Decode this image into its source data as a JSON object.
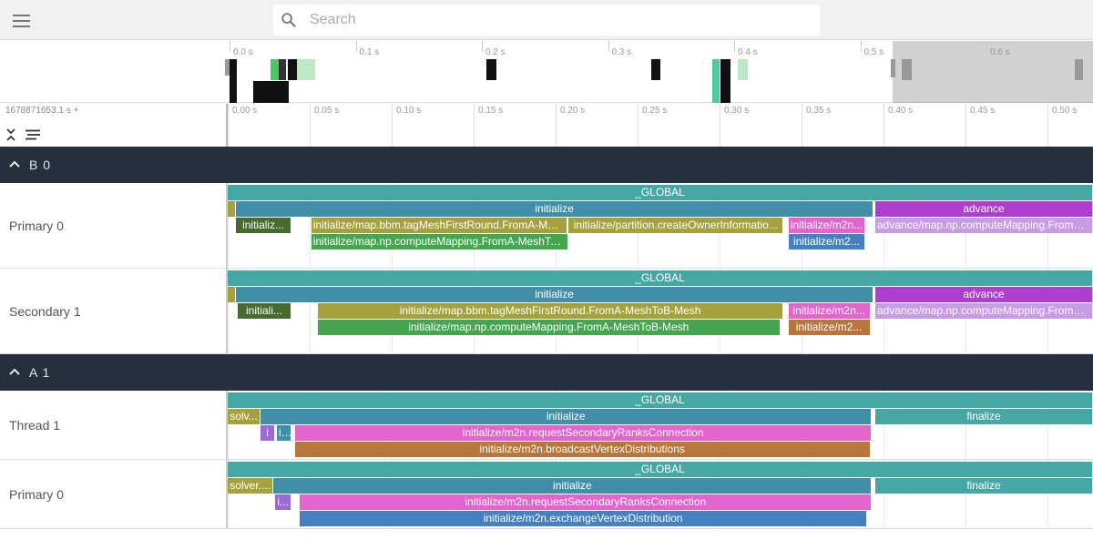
{
  "search": {
    "placeholder": "Search"
  },
  "overview": {
    "ticks": [
      {
        "label": "0.0 s",
        "x": 0.0
      },
      {
        "label": "0.1 s",
        "x": 0.1
      },
      {
        "label": "0.2 s",
        "x": 0.2
      },
      {
        "label": "0.3 s",
        "x": 0.3
      },
      {
        "label": "0.4 s",
        "x": 0.4
      },
      {
        "label": "0.5 s",
        "x": 0.5
      },
      {
        "label": "0.6 s",
        "x": 0.6
      }
    ]
  },
  "timeline": {
    "offset_label": "1678871653.1 s +",
    "ticks": [
      {
        "label": "0.00 s",
        "t": 0.0
      },
      {
        "label": "0.05 s",
        "t": 0.05
      },
      {
        "label": "0.10 s",
        "t": 0.1
      },
      {
        "label": "0.15 s",
        "t": 0.15
      },
      {
        "label": "0.20 s",
        "t": 0.2
      },
      {
        "label": "0.25 s",
        "t": 0.25
      },
      {
        "label": "0.30 s",
        "t": 0.3
      },
      {
        "label": "0.35 s",
        "t": 0.35
      },
      {
        "label": "0.40 s",
        "t": 0.4
      },
      {
        "label": "0.45 s",
        "t": 0.45
      },
      {
        "label": "0.50 s",
        "t": 0.5
      }
    ]
  },
  "colors": {
    "global": "#46a8a4",
    "initialize": "#3f8fa9",
    "advance": "#ad3ecf",
    "advance_light": "#c79be5",
    "finalize": "#46a8a4",
    "dark_green": "#466b2c",
    "olive": "#a4a23c",
    "pink": "#e165cc",
    "blue": "#4480c2",
    "green": "#44a64f",
    "brown": "#b8763a",
    "purple": "#9b6ad6",
    "teal": "#4e9c98"
  },
  "processes": [
    {
      "title": "B 0",
      "threads": [
        {
          "label": "Primary 0",
          "slices": [
            {
              "name": "_GLOBAL",
              "start": 0.0,
              "end": 0.53,
              "depth": 0,
              "color": "global"
            },
            {
              "name": "",
              "start": 0.0,
              "end": 0.005,
              "depth": 1,
              "color": "olive"
            },
            {
              "name": "initialize",
              "start": 0.005,
              "end": 0.394,
              "depth": 1,
              "color": "initialize"
            },
            {
              "name": "advance",
              "start": 0.395,
              "end": 0.53,
              "depth": 1,
              "color": "advance"
            },
            {
              "name": "initializ...",
              "start": 0.005,
              "end": 0.039,
              "depth": 2,
              "color": "dark_green"
            },
            {
              "name": "initialize/map.bbm.tagMeshFirstRound.FromA-MeshToB-...",
              "start": 0.051,
              "end": 0.207,
              "depth": 2,
              "color": "olive"
            },
            {
              "name": "initialize/partition.createOwnerInformatio...",
              "start": 0.208,
              "end": 0.339,
              "depth": 2,
              "color": "olive"
            },
            {
              "name": "initialize/m2n...",
              "start": 0.342,
              "end": 0.389,
              "depth": 2,
              "color": "pink"
            },
            {
              "name": "advance/map.np.computeMapping.FromA-MeshTo...",
              "start": 0.395,
              "end": 0.53,
              "depth": 2,
              "color": "advance_light"
            },
            {
              "name": "initialize/map.np.computeMapping.FromA-MeshToB-Mesh",
              "start": 0.051,
              "end": 0.208,
              "depth": 3,
              "color": "green"
            },
            {
              "name": "initialize/m2...",
              "start": 0.342,
              "end": 0.389,
              "depth": 3,
              "color": "blue"
            }
          ]
        },
        {
          "label": "Secondary 1",
          "slices": [
            {
              "name": "_GLOBAL",
              "start": 0.0,
              "end": 0.53,
              "depth": 0,
              "color": "global"
            },
            {
              "name": "",
              "start": 0.0,
              "end": 0.005,
              "depth": 1,
              "color": "olive"
            },
            {
              "name": "initialize",
              "start": 0.005,
              "end": 0.394,
              "depth": 1,
              "color": "initialize"
            },
            {
              "name": "advance",
              "start": 0.395,
              "end": 0.53,
              "depth": 1,
              "color": "advance"
            },
            {
              "name": "initiali...",
              "start": 0.006,
              "end": 0.039,
              "depth": 2,
              "color": "dark_green"
            },
            {
              "name": "initialize/map.bbm.tagMeshFirstRound.FromA-MeshToB-Mesh",
              "start": 0.055,
              "end": 0.339,
              "depth": 2,
              "color": "olive"
            },
            {
              "name": "initialize/m2n...",
              "start": 0.342,
              "end": 0.392,
              "depth": 2,
              "color": "pink"
            },
            {
              "name": "advance/map.np.computeMapping.FromA-MeshTo...",
              "start": 0.395,
              "end": 0.53,
              "depth": 2,
              "color": "advance_light"
            },
            {
              "name": "initialize/map.np.computeMapping.FromA-MeshToB-Mesh",
              "start": 0.055,
              "end": 0.337,
              "depth": 3,
              "color": "green"
            },
            {
              "name": "initialize/m2...",
              "start": 0.342,
              "end": 0.392,
              "depth": 3,
              "color": "brown"
            }
          ]
        }
      ]
    },
    {
      "title": "A 1",
      "threads": [
        {
          "label": "Thread 1",
          "slices": [
            {
              "name": "_GLOBAL",
              "start": 0.0,
              "end": 0.53,
              "depth": 0,
              "color": "global"
            },
            {
              "name": "solv...",
              "start": 0.0,
              "end": 0.02,
              "depth": 1,
              "color": "olive"
            },
            {
              "name": "initialize",
              "start": 0.02,
              "end": 0.393,
              "depth": 1,
              "color": "initialize"
            },
            {
              "name": "finalize",
              "start": 0.395,
              "end": 0.53,
              "depth": 1,
              "color": "finalize"
            },
            {
              "name": "i",
              "start": 0.02,
              "end": 0.029,
              "depth": 2,
              "color": "purple"
            },
            {
              "name": "i...",
              "start": 0.03,
              "end": 0.039,
              "depth": 2,
              "color": "initialize"
            },
            {
              "name": "initialize/m2n.requestSecondaryRanksConnection",
              "start": 0.041,
              "end": 0.393,
              "depth": 2,
              "color": "pink"
            },
            {
              "name": "initialize/m2n.broadcastVertexDistributions",
              "start": 0.041,
              "end": 0.392,
              "depth": 3,
              "color": "brown"
            }
          ]
        },
        {
          "label": "Primary 0",
          "slices": [
            {
              "name": "_GLOBAL",
              "start": 0.0,
              "end": 0.53,
              "depth": 0,
              "color": "global"
            },
            {
              "name": "solver....",
              "start": 0.0,
              "end": 0.028,
              "depth": 1,
              "color": "olive"
            },
            {
              "name": "initialize",
              "start": 0.028,
              "end": 0.393,
              "depth": 1,
              "color": "initialize"
            },
            {
              "name": "finalize",
              "start": 0.395,
              "end": 0.53,
              "depth": 1,
              "color": "finalize"
            },
            {
              "name": "i...",
              "start": 0.029,
              "end": 0.039,
              "depth": 2,
              "color": "purple"
            },
            {
              "name": "initialize/m2n.requestSecondaryRanksConnection",
              "start": 0.044,
              "end": 0.393,
              "depth": 2,
              "color": "pink"
            },
            {
              "name": "initialize/m2n.exchangeVertexDistribution",
              "start": 0.044,
              "end": 0.39,
              "depth": 3,
              "color": "blue"
            }
          ]
        }
      ]
    }
  ]
}
